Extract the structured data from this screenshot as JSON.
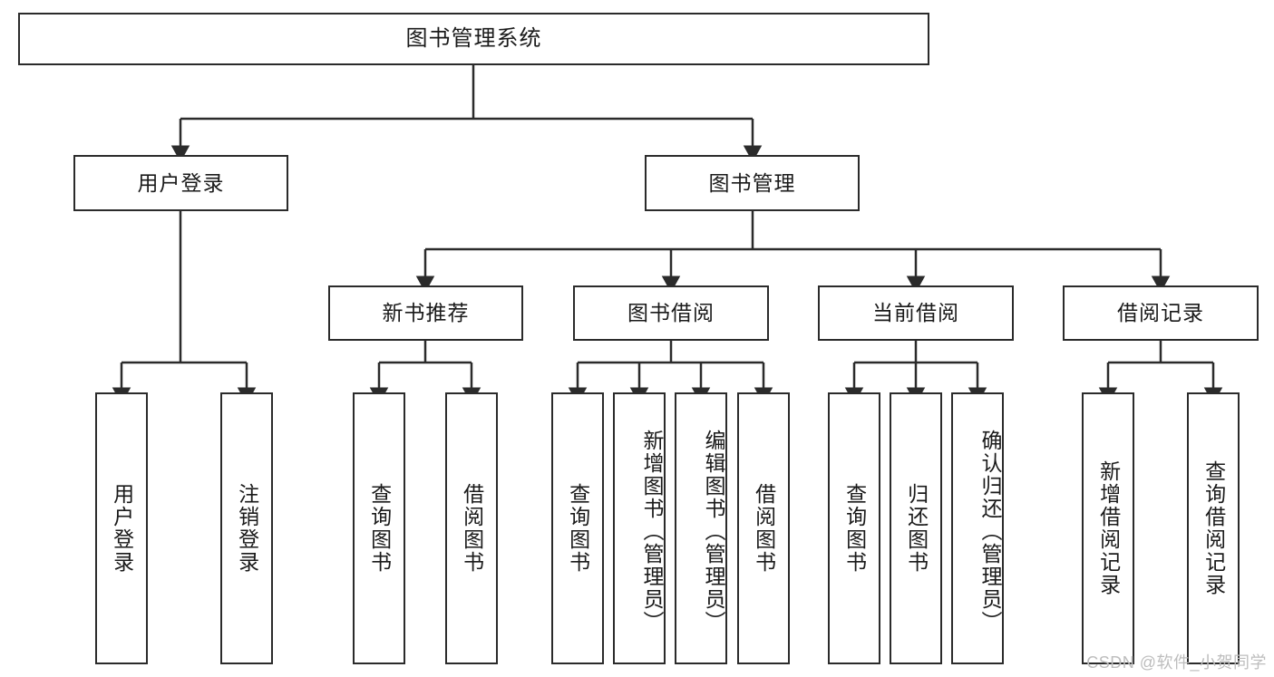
{
  "diagram": {
    "title": "图书管理系统",
    "type": "hierarchy-tree",
    "levels": 4,
    "root": {
      "label": "图书管理系统"
    },
    "level2": [
      {
        "label": "用户登录"
      },
      {
        "label": "图书管理"
      }
    ],
    "level3": [
      {
        "label": "新书推荐"
      },
      {
        "label": "图书借阅"
      },
      {
        "label": "当前借阅"
      },
      {
        "label": "借阅记录"
      }
    ],
    "leaves": {
      "user_login": [
        {
          "label": "用户登录"
        },
        {
          "label": "注销登录"
        }
      ],
      "new_book_recommend": [
        {
          "label": "查询图书"
        },
        {
          "label": "借阅图书"
        }
      ],
      "book_borrow": [
        {
          "label": "查询图书"
        },
        {
          "label": "新增图书（管理员）"
        },
        {
          "label": "编辑图书（管理员）"
        },
        {
          "label": "借阅图书"
        }
      ],
      "current_borrow": [
        {
          "label": "查询图书"
        },
        {
          "label": "归还图书"
        },
        {
          "label": "确认归还（管理员）"
        }
      ],
      "borrow_record": [
        {
          "label": "新增借阅记录"
        },
        {
          "label": "查询借阅记录"
        }
      ]
    }
  },
  "watermark": {
    "text": "CSDN @软件_小贺同学"
  },
  "colors": {
    "stroke": "#2b2b2b",
    "fill": "#ffffff",
    "text": "#1a1a1a",
    "watermark": "#bdbdbd"
  }
}
